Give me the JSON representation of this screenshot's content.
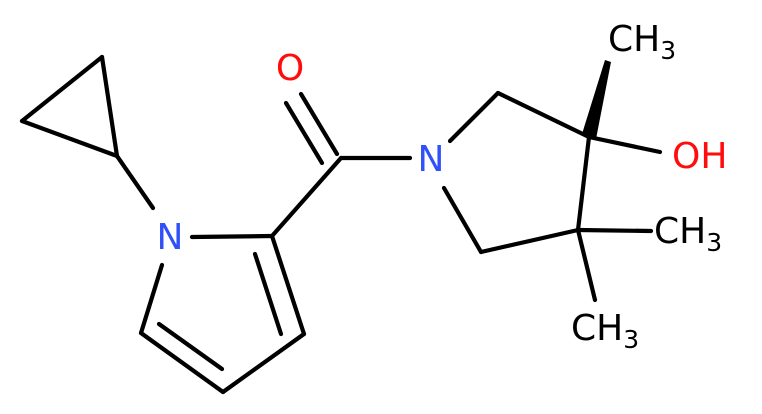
{
  "molecule": {
    "atoms": {
      "oxygen_carbonyl": "O",
      "nitrogen_pyrrole": "N",
      "nitrogen_pyrrolidine": "N",
      "methyl_top": "CH",
      "methyl_top_sub": "3",
      "hydroxyl": "OH",
      "methyl_right": "CH",
      "methyl_right_sub": "3",
      "methyl_bottom": "CH",
      "methyl_bottom_sub": "3"
    },
    "colors": {
      "bond": "#000000",
      "oxygen": "#ff0d0d",
      "nitrogen": "#3050f8",
      "carbon_label": "#000000"
    }
  }
}
